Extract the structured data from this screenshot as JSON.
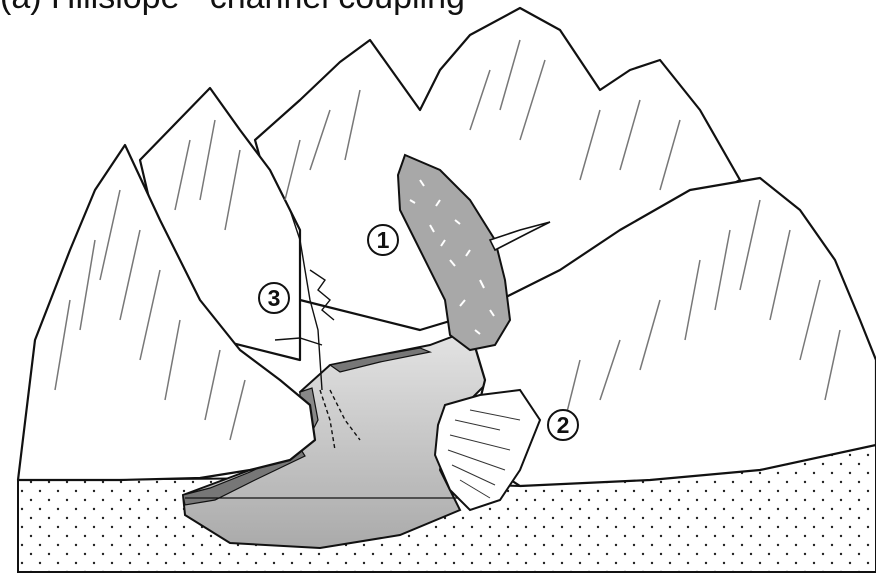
{
  "title": "(a) Hillslope - channel coupling",
  "markers": [
    "1",
    "2",
    "3"
  ],
  "colors": {
    "outline": "#111111",
    "channel_fill": "#c8c8c8",
    "deposit_fill": "#a8a8a8",
    "background": "#ffffff"
  }
}
